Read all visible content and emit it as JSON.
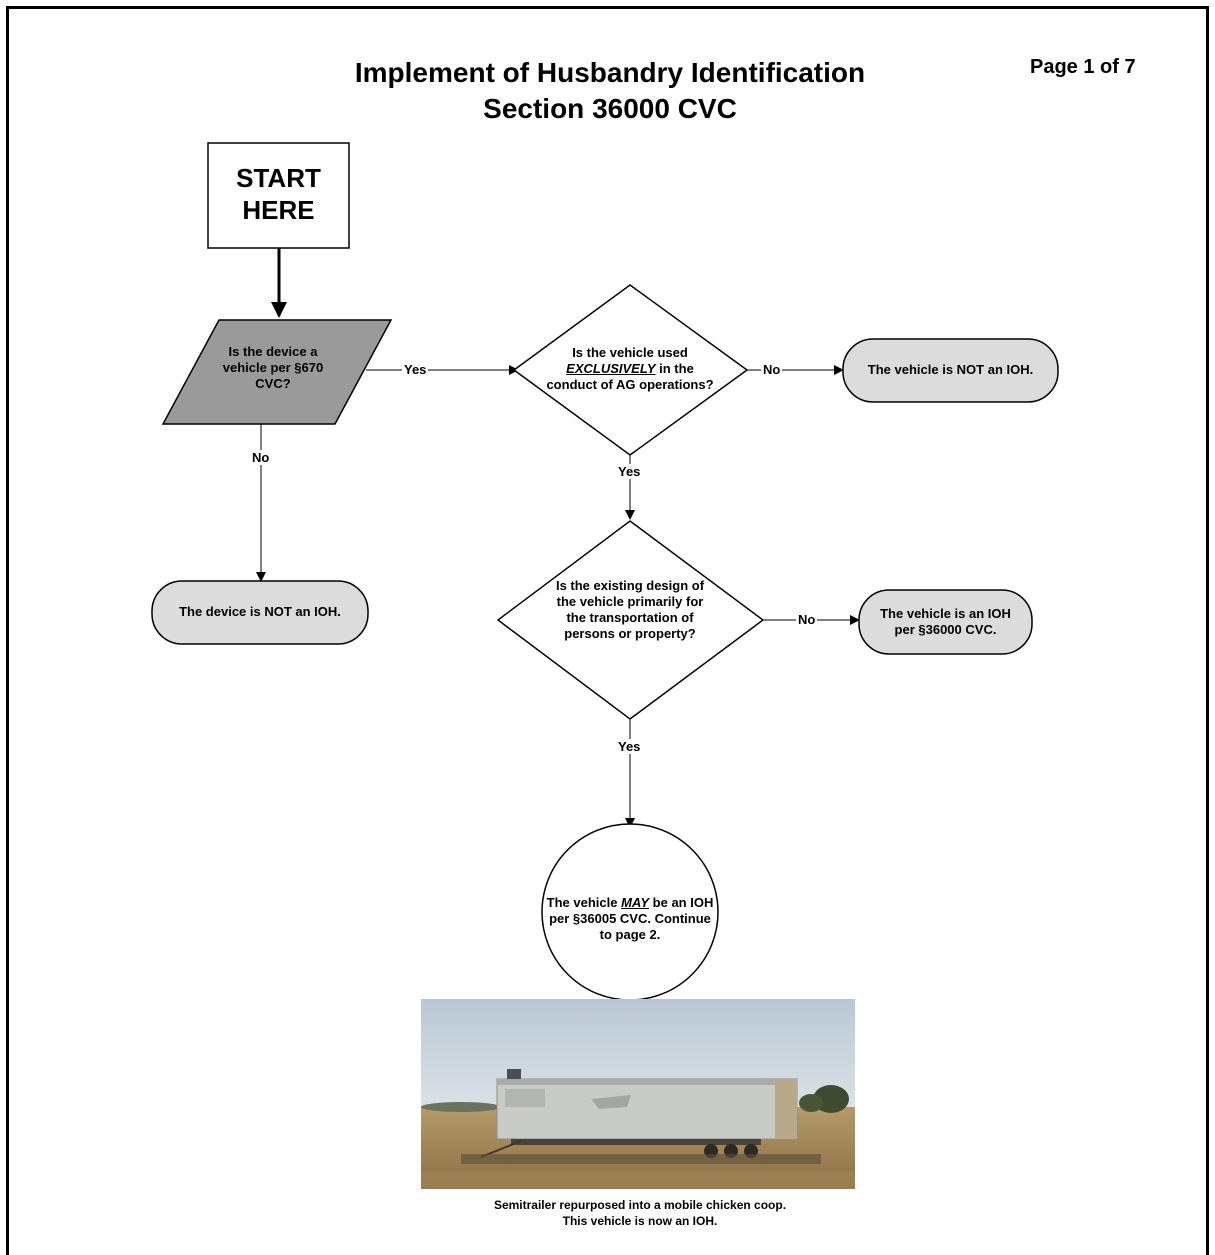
{
  "header": {
    "title_line1": "Implement of Husbandry Identification",
    "title_line2": "Section 36000 CVC",
    "page": "Page 1 of 7"
  },
  "nodes": {
    "start": "START HERE",
    "q_vehicle": "Is the device a vehicle per §670 CVC?",
    "q_exclusive_pre": "Is the vehicle used",
    "q_exclusive_em": "EXCLUSIVELY",
    "q_exclusive_post": "in the conduct of AG operations?",
    "q_design": "Is the existing design of the vehicle primarily for the transportation of persons or property?",
    "end_not_ioh_vehicle": "The vehicle is NOT an IOH.",
    "end_not_ioh_device": "The device is NOT an IOH.",
    "end_is_ioh": "The vehicle is an IOH per §36000 CVC.",
    "may_pre": "The vehicle",
    "may_em": "MAY",
    "may_post": "be an IOH per §36005 CVC. Continue to page 2."
  },
  "edges": {
    "yes1": "Yes",
    "no1": "No",
    "no2": "No",
    "yes2": "Yes",
    "no3": "No",
    "yes3": "Yes"
  },
  "photo": {
    "caption_line1": "Semitrailer repurposed into a mobile chicken coop.",
    "caption_line2": "This vehicle is now an IOH."
  },
  "colors": {
    "parallelogram_fill": "#9a9a9a",
    "terminal_fill": "#dcdcdc",
    "line": "#000000"
  }
}
